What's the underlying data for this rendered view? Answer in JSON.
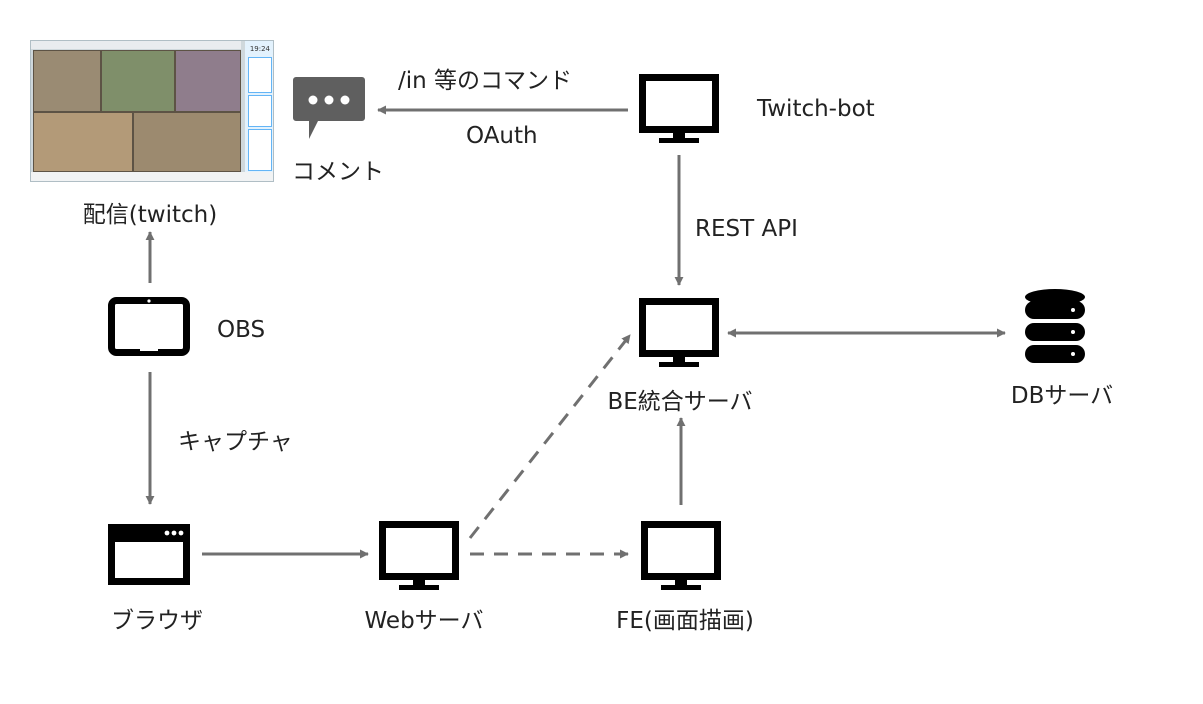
{
  "labels": {
    "comment": "コメント",
    "command": "/in 等のコマンド",
    "oauth": "OAuth",
    "twitch_bot": "Twitch-bot",
    "rest_api": "REST API",
    "haishin": "配信(twitch)",
    "obs": "OBS",
    "be_server": "BE統合サーバ",
    "db_server": "DBサーバ",
    "capture": "キャプチャ",
    "browser": "ブラウザ",
    "web_server": "Webサーバ",
    "fe": "FE(画面描画)"
  },
  "thumbnail": {
    "clock": "19:24"
  },
  "colors": {
    "arrow": "#707070",
    "icon": "#000000",
    "chat_icon": "#5f5f5f",
    "text": "#222222"
  }
}
